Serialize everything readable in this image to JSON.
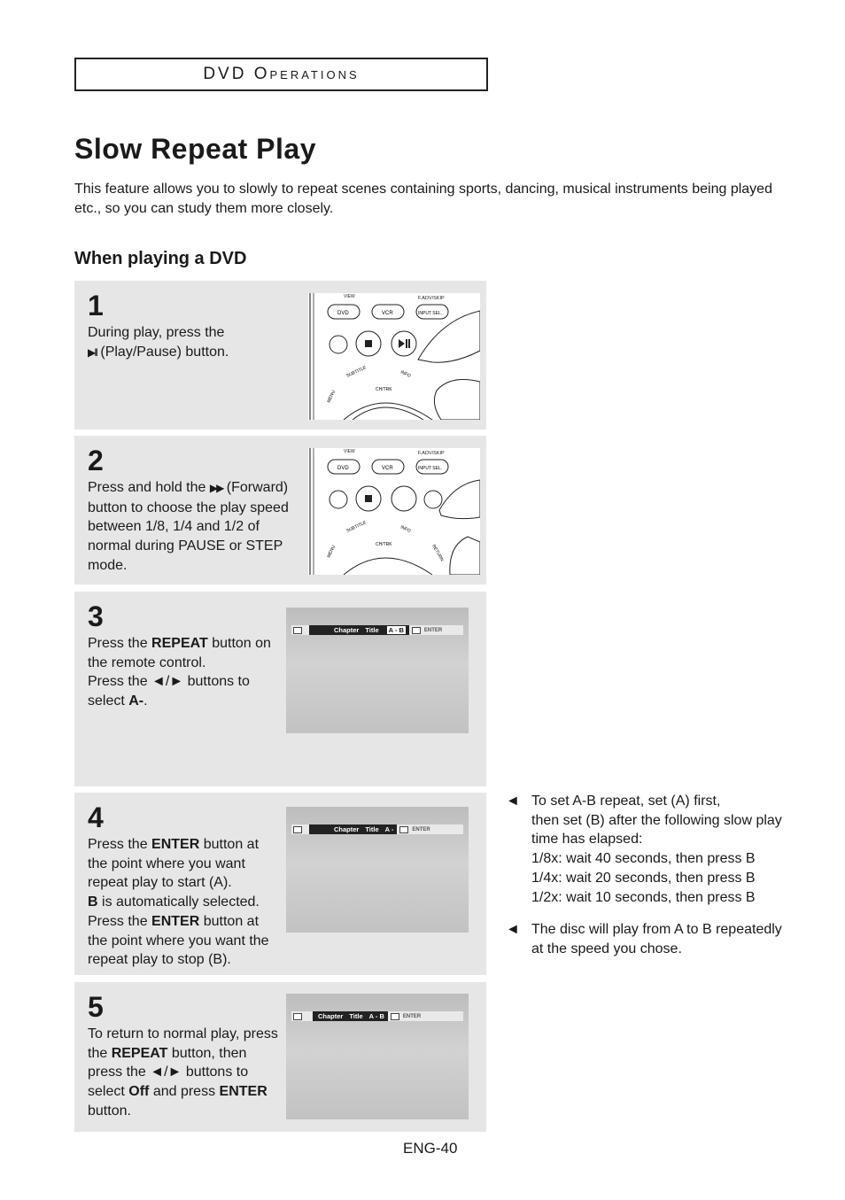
{
  "header": {
    "section": "DVD Operations"
  },
  "title": "Slow Repeat Play",
  "intro": "This feature allows you to slowly to repeat scenes containing sports, dancing, musical instruments being played etc., so you can study them more closely.",
  "subheading": "When playing a DVD",
  "steps": [
    {
      "num": "1",
      "t1": "During play, press the",
      "icon": "▶II",
      "t2": "(Play/Pause) button."
    },
    {
      "num": "2",
      "t1": "Press and hold the",
      "icon": "▶▶",
      "t2": "(Forward) button to choose the play speed between 1/8, 1/4 and 1/2 of normal during PAUSE or STEP mode."
    },
    {
      "num": "3",
      "t1": "Press the",
      "b1": "REPEAT",
      "t2": "button on the remote control.",
      "t3": "Press the",
      "arrows": "◄/►",
      "t4": "buttons to select",
      "b2": "A-",
      "t5": "."
    },
    {
      "num": "4",
      "t1": "Press the",
      "b1": "ENTER",
      "t2": "button at the point where you want repeat play to start (A).",
      "b2": "B",
      "t3": "is automatically selected.",
      "t4": "Press the",
      "b3": "ENTER",
      "t5": "button at the point where you want the repeat play to stop (B)."
    },
    {
      "num": "5",
      "t1": "To return to normal play, press the",
      "b1": "REPEAT",
      "t2": "button, then press the",
      "arrows": "◄/►",
      "t3": "buttons to select",
      "b2": "Off",
      "t4": "and press",
      "b3": "ENTER",
      "t5": "button."
    }
  ],
  "remote": {
    "view": "VIEW",
    "fadv": "F.ADV/SKIP",
    "dvd": "DVD",
    "vcr": "VCR",
    "input": "INPUT SEL.",
    "subtitle": "SUBTITLE",
    "info": "INFO",
    "chtrk": "CH/TRK",
    "menu": "MENU",
    "return": "RETURN"
  },
  "osd": [
    {
      "chapter": "Chapter",
      "title": "Title",
      "ab": "A - B",
      "enter": "ENTER"
    },
    {
      "chapter": "Chapter",
      "title": "Title",
      "ab": "A -",
      "enter": "ENTER"
    },
    {
      "chapter": "Chapter",
      "title": "Title",
      "ab": "A - B",
      "enter": "ENTER"
    }
  ],
  "notes": [
    {
      "arrow": "◄",
      "lines": [
        "To set A-B repeat, set (A) first,",
        "then set (B) after the following slow play",
        "time has elapsed:",
        "1/8x: wait 40 seconds, then press B",
        "1/4x: wait 20 seconds, then press B",
        "1/2x: wait 10 seconds, then press B"
      ]
    },
    {
      "arrow": "◄",
      "lines": [
        "The disc will play from A to B repeatedly",
        "at the speed you chose."
      ]
    }
  ],
  "page_number": "ENG-40"
}
